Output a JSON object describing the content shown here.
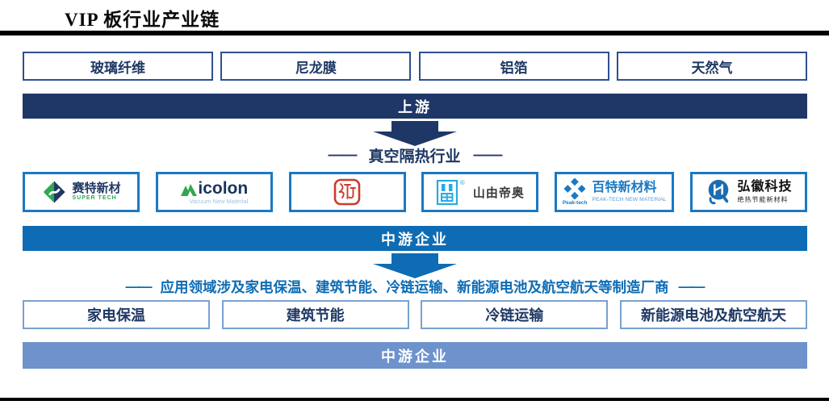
{
  "title": "VIP 板行业产业链",
  "colors": {
    "navy_bar": "#1f3767",
    "navy_text": "#1f3864",
    "mid_blue": "#0e6cb4",
    "steel_blue_bar": "#6d92cc",
    "logo_border_blue": "#1b79c3",
    "material_box_border": "#2f4f8f",
    "application_box_border": "#7aa0d0",
    "seal_red": "#cd3a2f",
    "cyan": "#29abe2",
    "green": "#2fa84f"
  },
  "upstream": {
    "bar_label": "上游",
    "materials": [
      "玻璃纤维",
      "尼龙膜",
      "铝箔",
      "天然气"
    ]
  },
  "midstream": {
    "dash": "——",
    "section_label": "真空隔热行业",
    "bar_label": "中游企业",
    "companies": {
      "saite": {
        "name": "赛特新材",
        "sub": "SUPER TECH"
      },
      "micolon": {
        "initial": "M",
        "rest": "icolon",
        "sub": "Vacuum New Material"
      },
      "shanyou": {
        "name": "山由帝奥",
        "reg": "®"
      },
      "peaktech": {
        "name": "百特新材料",
        "icon_caption": "Peak-tech",
        "sub": "PEAK-TECH NEW MATERIAL"
      },
      "honghui": {
        "name": "弘徽科技",
        "sub": "绝热节能新材料"
      }
    }
  },
  "downstream": {
    "dash": "——",
    "section_label": "应用领域涉及家电保温、建筑节能、冷链运输、新能源电池及航空航天等制造厂商",
    "applications": [
      "家电保温",
      "建筑节能",
      "冷链运输",
      "新能源电池及航空航天"
    ],
    "bar_label": "中游企业"
  }
}
